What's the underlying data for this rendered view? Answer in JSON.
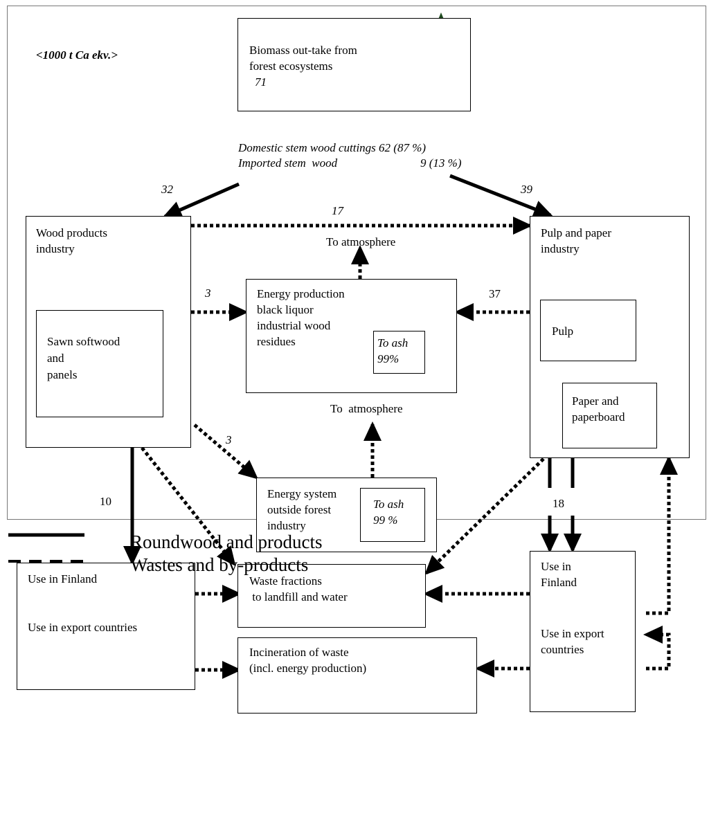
{
  "unit_label": "<1000 t Ca ekv.>",
  "source": {
    "line1": "Biomass out-take from",
    "line2": "forest ecosystems",
    "value": "71"
  },
  "stem_wood": {
    "domestic": "Domestic stem wood cuttings 62 (87 %)",
    "imported_label": "Imported stem  wood",
    "imported_value": "9 (13 %)"
  },
  "flows": {
    "to_wood_products": "32",
    "to_pulp_paper": "39",
    "wood_to_pulp": "17",
    "wood_to_energy": "3",
    "pulp_to_energy": "37",
    "wood_to_energy_system": "3",
    "wood_to_use": "10",
    "paper_to_use": "18"
  },
  "boxes": {
    "wood_products": {
      "line1": "Wood products",
      "line2": "industry"
    },
    "sawn": {
      "line1": "Sawn softwood",
      "line2": "and",
      "line3": "panels"
    },
    "energy_production": {
      "line1": "Energy production",
      "line2": "black liquor",
      "line3": "industrial wood",
      "line4": "residues",
      "ash_line1": "To ash",
      "ash_line2": "99%"
    },
    "pulp_paper": {
      "line1": "Pulp and paper",
      "line2": "industry"
    },
    "pulp": "Pulp",
    "paper": {
      "line1": "Paper and",
      "line2": "paperboard"
    },
    "energy_system": {
      "line1": "Energy system",
      "line2": "outside forest",
      "line3": "industry",
      "ash_line1": "To ash",
      "ash_line2": "99 %"
    },
    "use_left": {
      "line1": "Use in Finland",
      "line2": "Use in export countries"
    },
    "waste": {
      "line1": "Waste fractions",
      "line2": " to landfill and water"
    },
    "incineration": {
      "line1": "Incineration of waste",
      "line2": "(incl. energy production)"
    },
    "use_right": {
      "line1": "Use in",
      "line2": "Finland",
      "line3": "Use in export",
      "line4": "countries"
    }
  },
  "atmosphere_top": "To atmosphere",
  "atmosphere_mid": "To  atmosphere",
  "legend": {
    "solid": "Roundwood and products",
    "dashed": "Wastes and by-products"
  }
}
